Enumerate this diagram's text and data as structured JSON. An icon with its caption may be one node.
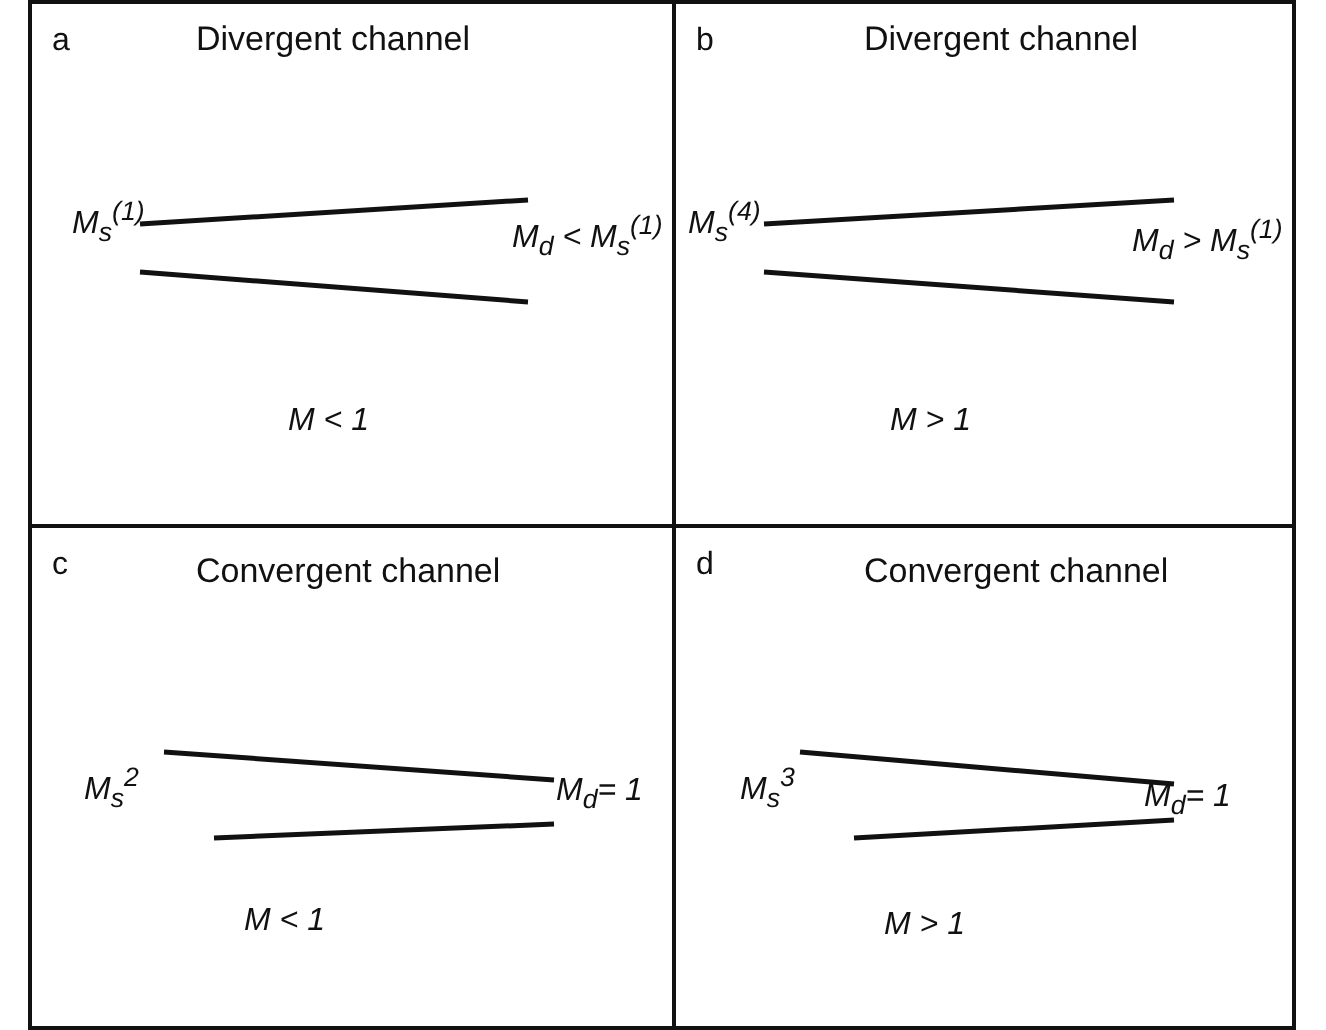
{
  "diagram": {
    "nodes": [
      {
        "text": [
          "a",
          "Divergent channel",
          "M$_{s}$$^{(1)}$",
          "M$_{d}$ < M$_{s}$$^{(1)}$",
          "M < 1"
        ]
      },
      {
        "text": [
          "b",
          "Divergent channel",
          "M$_{s}$$^{(4)}$",
          "M$_{d}$ > M$_{s}$$^{(1)}$",
          "M > 1"
        ]
      },
      {
        "text": [
          "c",
          "Convergent channel",
          "M$_{s}$$^{2}$",
          "M$_{d}$= 1",
          "M < 1"
        ]
      },
      {
        "text": [
          "d",
          "Convergent channel",
          "M$_{s}$$^{3}$",
          "M$_{d}$= 1",
          "M > 1"
        ]
      }
    ]
  }
}
